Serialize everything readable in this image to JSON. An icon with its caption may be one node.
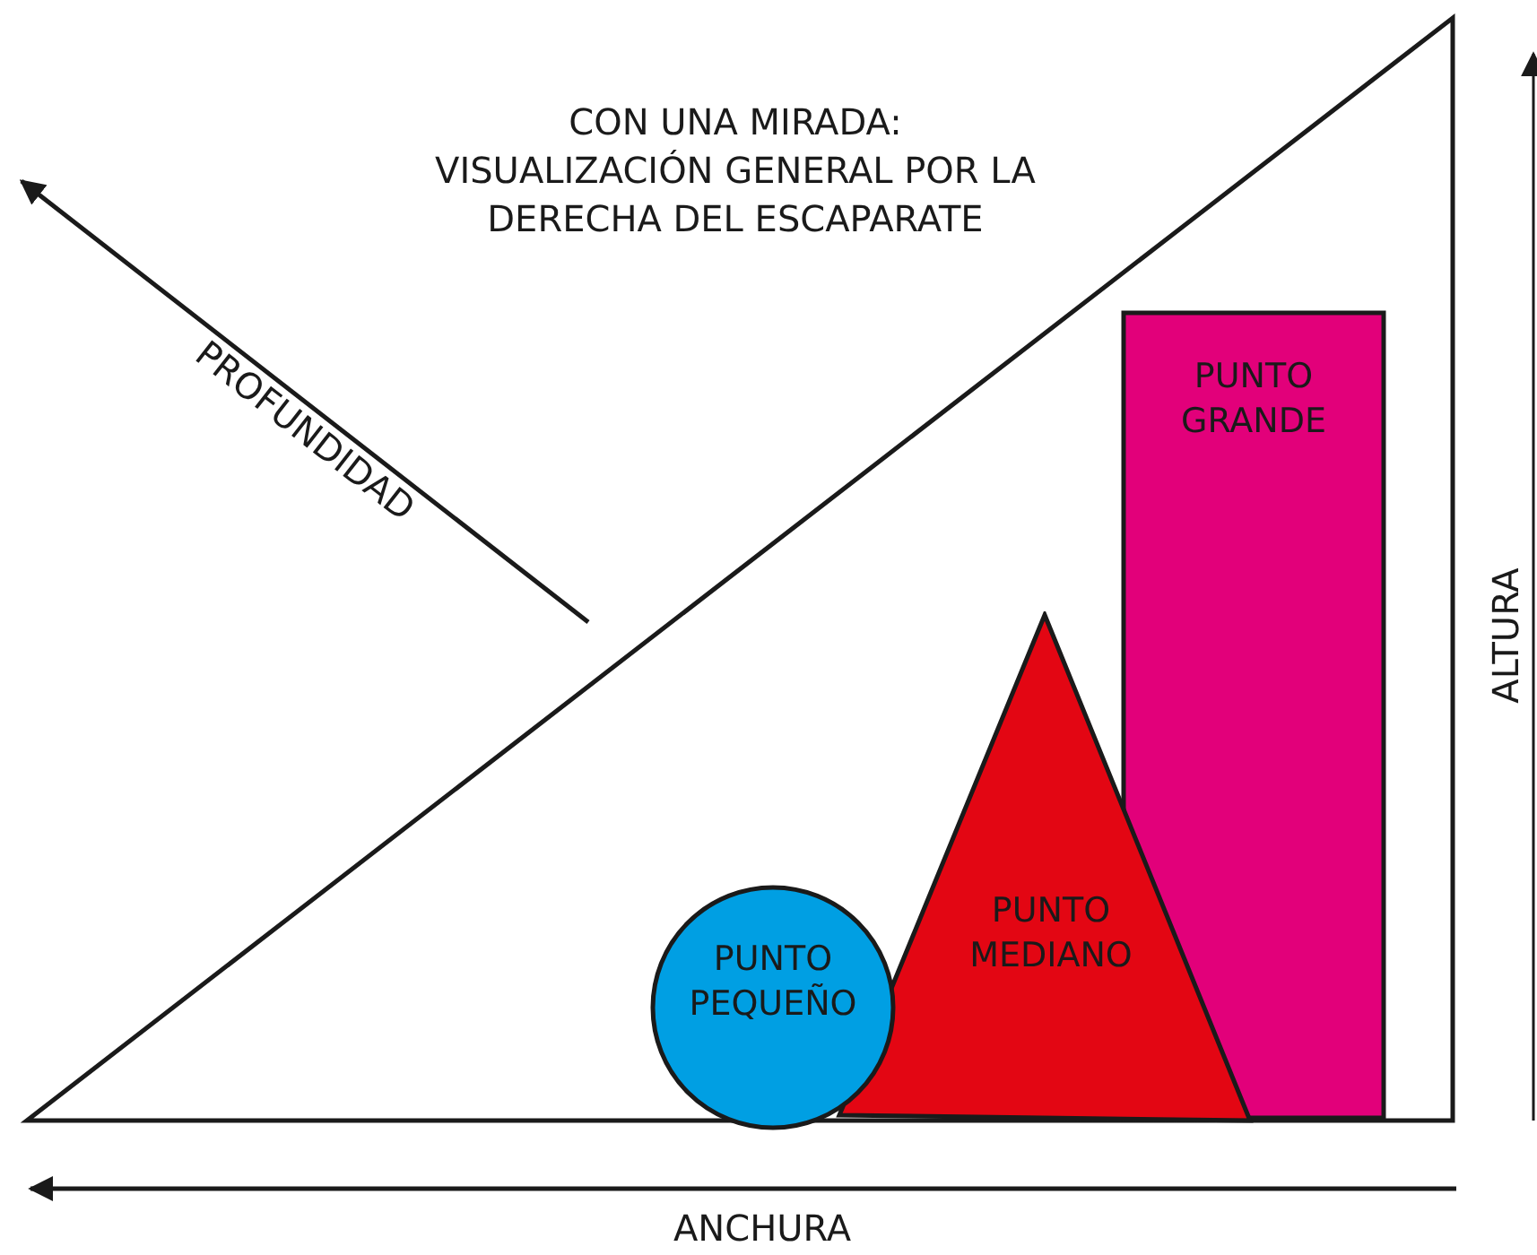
{
  "diagram": {
    "title": "CON UNA MIRADA: VISUALIZACIÓN GENERAL POR LA DERECHA DEL ESCAPARATE",
    "nodes": [
      {
        "text": [
          "PUNTO GRANDE"
        ]
      },
      {
        "text": [
          "PUNTO MEDIANO"
        ]
      },
      {
        "text": [
          "PUNTO PEQUEÑO"
        ]
      }
    ],
    "labels": [
      "PROFUNDIDAD",
      "ALTURA",
      "ANCHURA"
    ]
  }
}
